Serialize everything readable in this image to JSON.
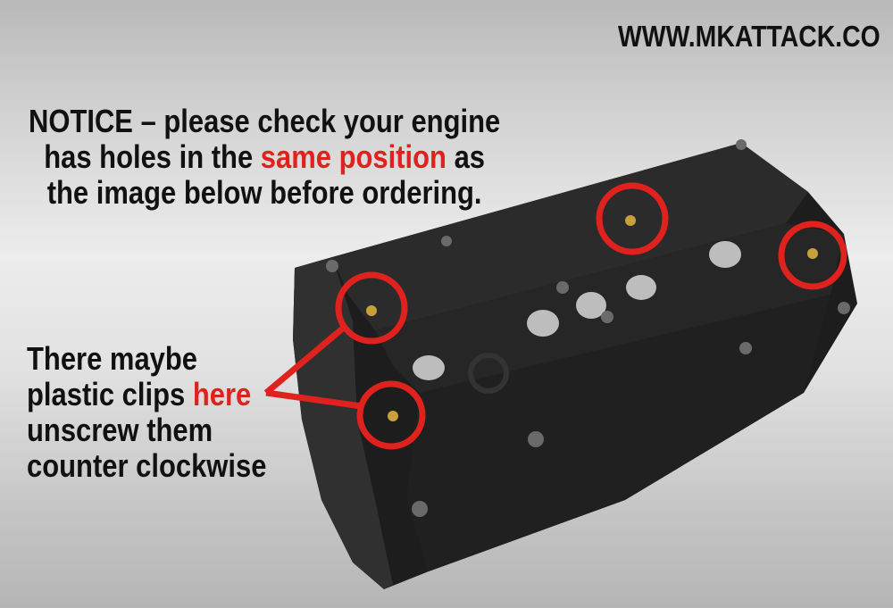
{
  "website": "WWW.MKATTACK.CO",
  "notice": {
    "line1": "NOTICE – please check your engine",
    "line2_pre": "has holes in the ",
    "line2_highlight": "same position",
    "line2_post": " as",
    "line3": "the image below before ordering."
  },
  "clips_note": {
    "line1": "There maybe",
    "line2_pre": "plastic clips ",
    "line2_highlight": "here",
    "line3": "unscrew them",
    "line4": "counter clockwise"
  },
  "colors": {
    "highlight": "#e0221f",
    "text": "#111111"
  }
}
